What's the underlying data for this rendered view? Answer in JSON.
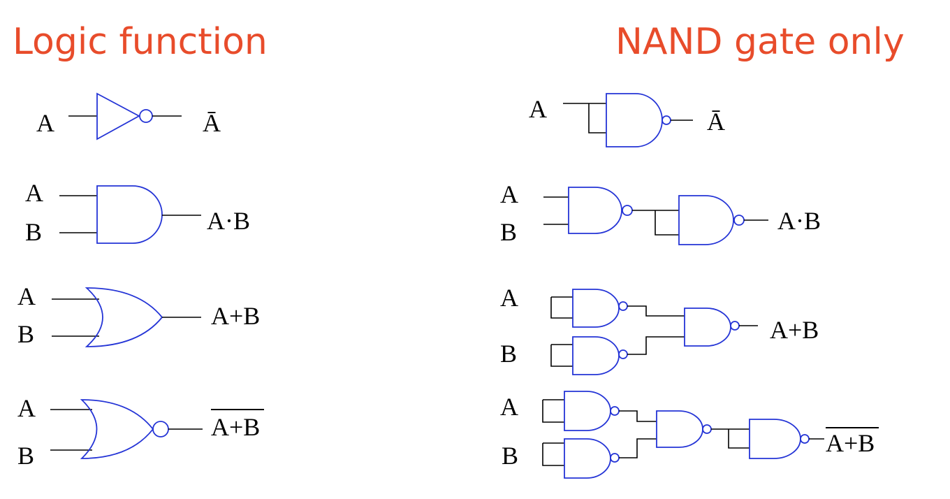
{
  "left_title": "Logic function",
  "right_title": "NAND gate only",
  "left": {
    "not": {
      "in": "A",
      "out": "Ā"
    },
    "and": {
      "in_a": "A",
      "in_b": "B",
      "out": "A·B"
    },
    "or": {
      "in_a": "A",
      "in_b": "B",
      "out": "A+B"
    },
    "nor": {
      "in_a": "A",
      "in_b": "B",
      "out": "A+B"
    }
  },
  "right": {
    "not": {
      "in": "A",
      "out": "Ā"
    },
    "and": {
      "in_a": "A",
      "in_b": "B",
      "out": "A·B"
    },
    "or": {
      "in_a": "A",
      "in_b": "B",
      "out": "A+B"
    },
    "nor": {
      "in_a": "A",
      "in_b": "B",
      "out": "A+B"
    }
  },
  "colors": {
    "title": "#e84c2b",
    "gate": "#2434d6",
    "wire": "#000000"
  }
}
